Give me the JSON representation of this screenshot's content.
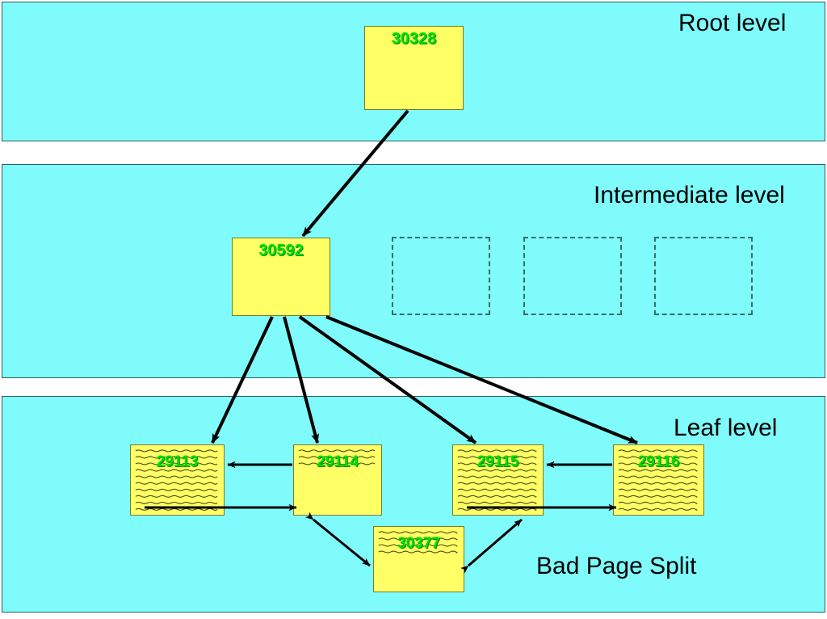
{
  "diagram": {
    "title": "Bad Page Split",
    "colors": {
      "panel_background": "#7ffbfb",
      "panel_border": "#2f5f5f",
      "page_fill": "#ffff66",
      "page_border": "#7a7a2a",
      "page_id_text": "#00e000",
      "edge": "#000000",
      "placeholder_border": "#3c6b6b",
      "canvas": "#ffffff"
    }
  },
  "levels": [
    {
      "key": "root",
      "label": "Root level"
    },
    {
      "key": "intermediate",
      "label": "Intermediate level"
    },
    {
      "key": "leaf",
      "label": "Leaf level"
    }
  ],
  "caption": {
    "label": "Bad Page Split"
  },
  "root": {
    "pages": [
      {
        "id": "30328",
        "level": "root"
      }
    ]
  },
  "intermediate": {
    "pages": [
      {
        "id": "30592",
        "level": "intermediate"
      }
    ],
    "placeholders": [
      {
        "name": "empty-slot-1"
      },
      {
        "name": "empty-slot-2"
      },
      {
        "name": "empty-slot-3"
      }
    ]
  },
  "leaf": {
    "pages": [
      {
        "id": "29113",
        "level": "leaf",
        "fill_rows": 10,
        "fullness": "full"
      },
      {
        "id": "29114",
        "level": "leaf",
        "fill_rows": 3,
        "fullness": "partial"
      },
      {
        "id": "29115",
        "level": "leaf",
        "fill_rows": 10,
        "fullness": "full"
      },
      {
        "id": "29116",
        "level": "leaf",
        "fill_rows": 10,
        "fullness": "full"
      },
      {
        "id": "30377",
        "level": "leaf",
        "fill_rows": 4,
        "fullness": "partial"
      }
    ]
  },
  "edges": [
    {
      "from": "30328",
      "to": "30592",
      "kind": "parent-child"
    },
    {
      "from": "30592",
      "to": "29113",
      "kind": "parent-child"
    },
    {
      "from": "30592",
      "to": "29114",
      "kind": "parent-child"
    },
    {
      "from": "30592",
      "to": "29115",
      "kind": "parent-child"
    },
    {
      "from": "30592",
      "to": "29116",
      "kind": "parent-child"
    },
    {
      "from": "29114",
      "to": "29113",
      "kind": "prev-pointer"
    },
    {
      "from": "29113",
      "to": "29114",
      "kind": "next-pointer"
    },
    {
      "from": "29116",
      "to": "29115",
      "kind": "prev-pointer"
    },
    {
      "from": "29115",
      "to": "29116",
      "kind": "next-pointer"
    },
    {
      "from": "29114",
      "to": "30377",
      "kind": "bidirectional"
    },
    {
      "from": "30377",
      "to": "29115",
      "kind": "bidirectional"
    }
  ]
}
